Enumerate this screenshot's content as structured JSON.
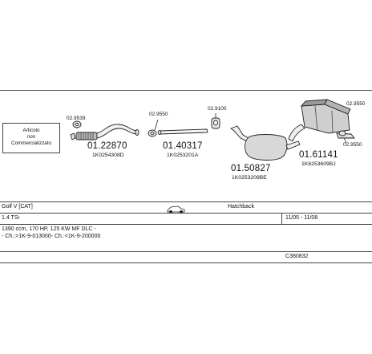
{
  "diagram": {
    "note_box": {
      "lines": [
        "Articolo",
        "non",
        "Commercializzato"
      ]
    },
    "callouts": [
      {
        "id": "c1",
        "label": "02.9539"
      },
      {
        "id": "c2",
        "label": "02.9550"
      },
      {
        "id": "c3",
        "label": "02.9100"
      },
      {
        "id": "c4",
        "label": "02.9550"
      },
      {
        "id": "c5",
        "label": "02.9550"
      }
    ],
    "parts": [
      {
        "id": "p1",
        "number": "01.22870",
        "oem": "1K0254308D"
      },
      {
        "id": "p2",
        "number": "01.40317",
        "oem": "1K0253201A"
      },
      {
        "id": "p3",
        "number": "01.50827",
        "oem": "1K0253209BE"
      },
      {
        "id": "p4",
        "number": "01.61141",
        "oem": "1K6253609BJ"
      }
    ]
  },
  "vehicle": {
    "model": "Golf V  [CAT]",
    "body_type": "Hatchback",
    "engine": "1.4 TSi",
    "period": "11/05 - 11/08",
    "specs": "1390 ccm, 170 HP, 125 KW MF DLC -",
    "chassis": "- Ch.:>1K-9-013000- Ch.:<1K-9-200000",
    "catalog_code": "C380832"
  },
  "icons": {
    "car": "car-side-icon"
  }
}
